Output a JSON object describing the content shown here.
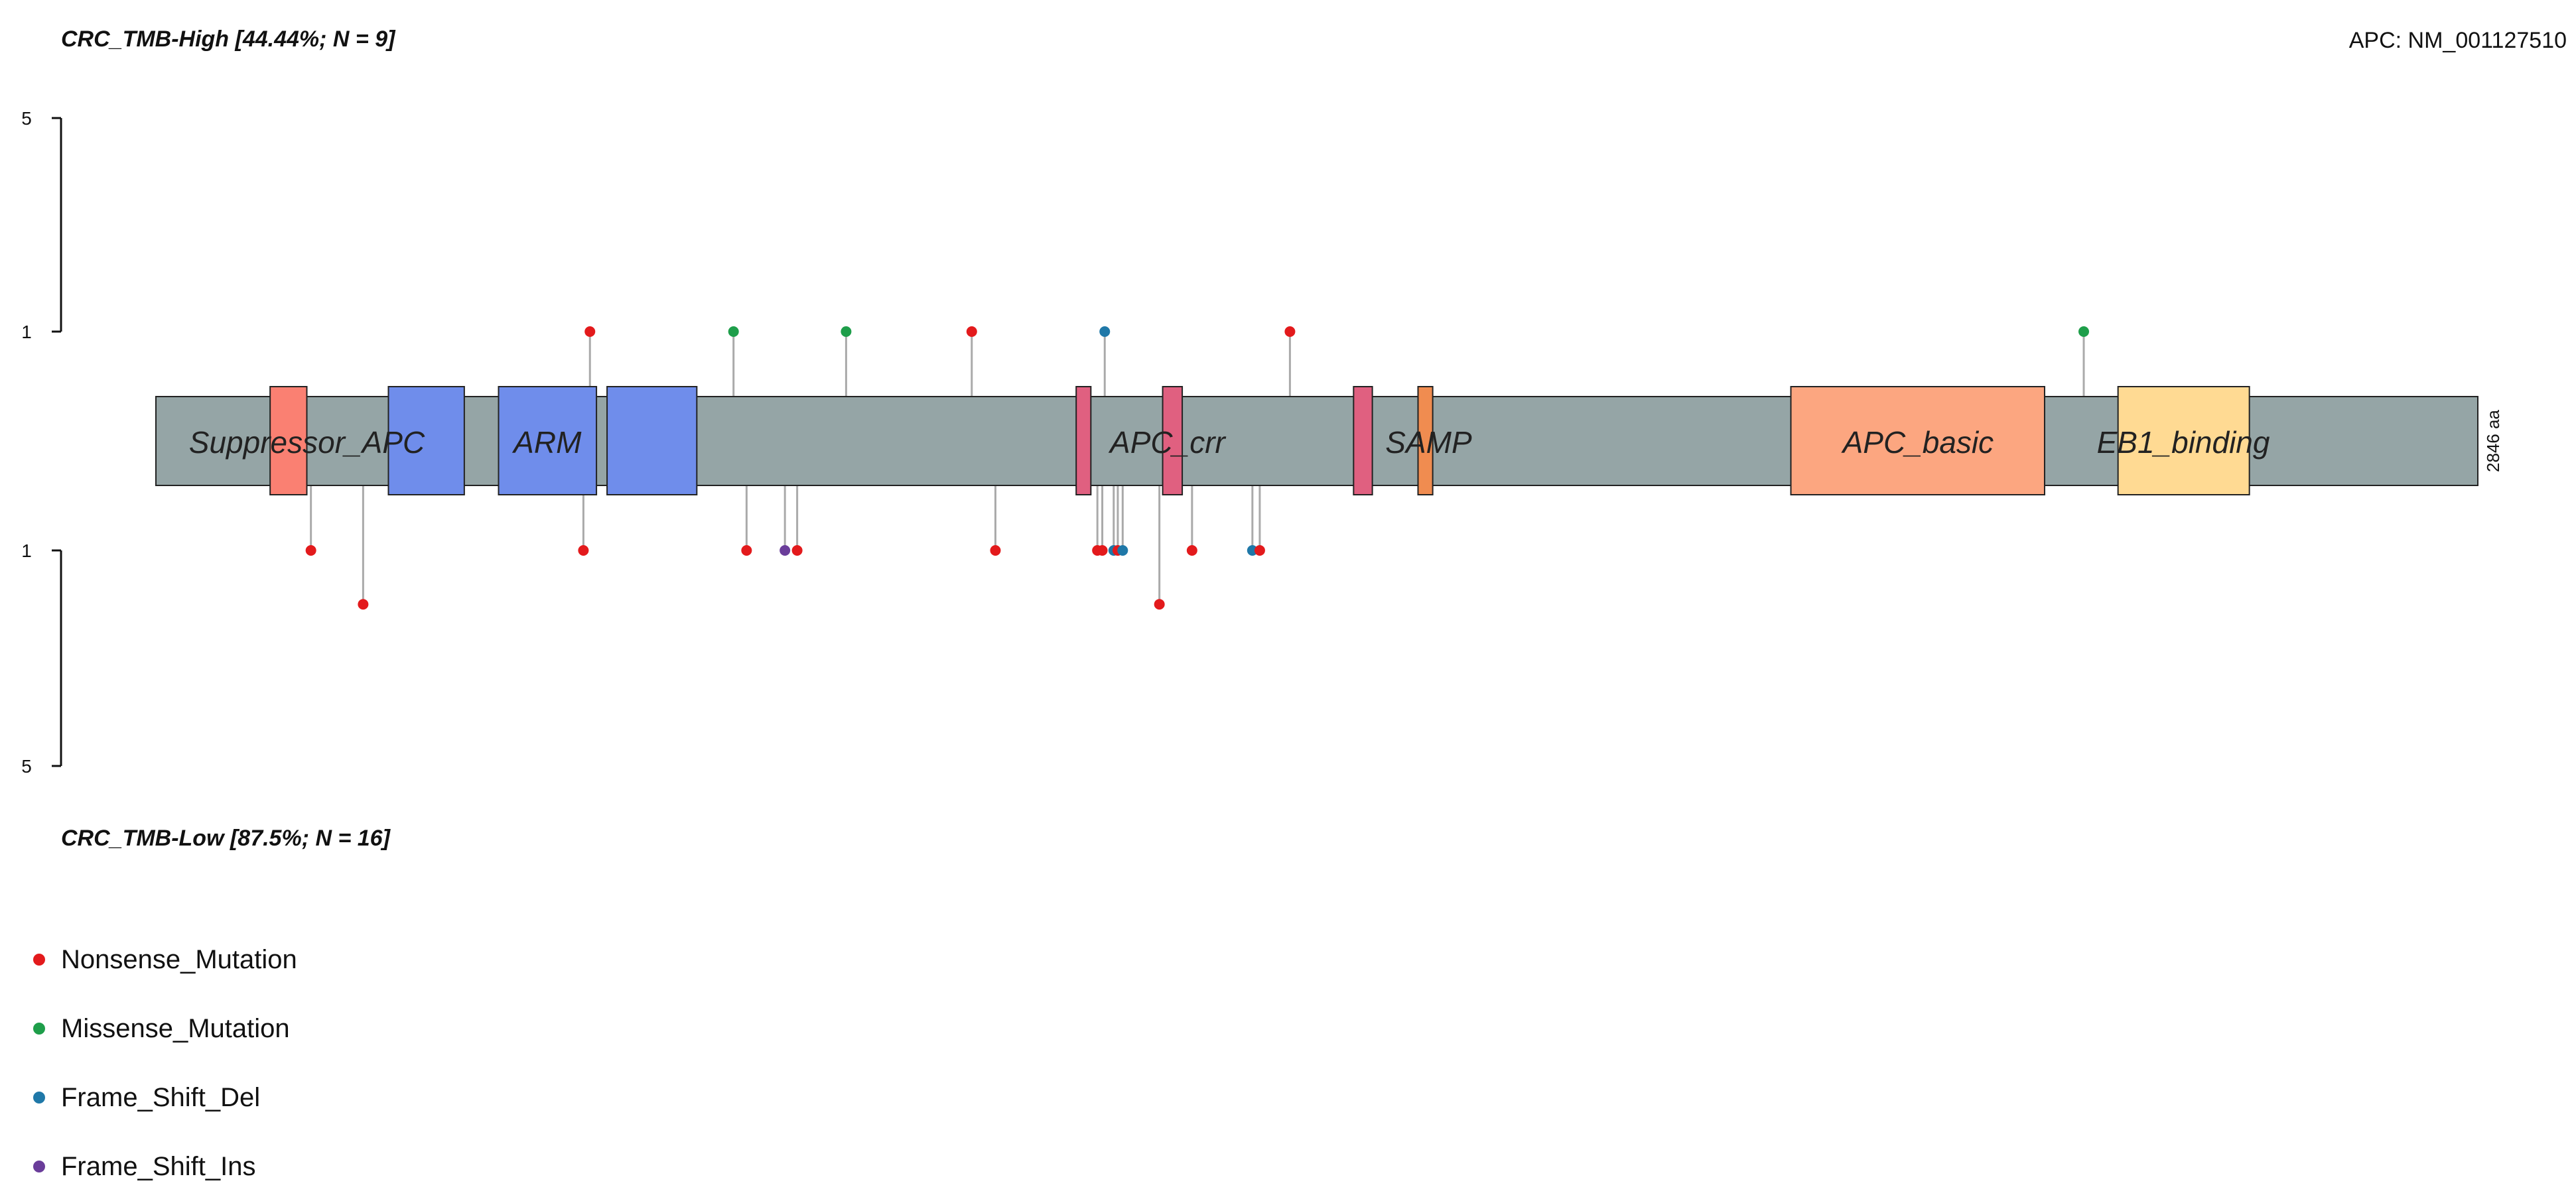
{
  "chart_data": {
    "type": "lollipop",
    "gene": "APC: NM_001127510",
    "protein_length": 2846,
    "length_label": "2846 aa",
    "top_title": "CRC_TMB-High [44.44%; N = 9]",
    "bottom_title": "CRC_TMB-Low [87.5%; N = 16]",
    "axis": {
      "top_ticks": [
        5,
        1
      ],
      "bottom_ticks": [
        1,
        5
      ]
    },
    "domains": [
      {
        "label": "",
        "start": 140,
        "end": 185,
        "color": "#FA8072"
      },
      {
        "label": "",
        "start": 285,
        "end": 378,
        "color": "#6F8DEB"
      },
      {
        "label": "",
        "start": 420,
        "end": 540,
        "color": "#6F8DEB"
      },
      {
        "label": "",
        "start": 553,
        "end": 663,
        "color": "#6F8DEB"
      },
      {
        "label": "",
        "start": 1128,
        "end": 1146,
        "color": "#E06080"
      },
      {
        "label": "",
        "start": 1234,
        "end": 1258,
        "color": "#E06080"
      },
      {
        "label": "",
        "start": 1468,
        "end": 1491,
        "color": "#E06080"
      },
      {
        "label": "",
        "start": 1547,
        "end": 1565,
        "color": "#F08C50"
      },
      {
        "label": "",
        "start": 2004,
        "end": 2315,
        "color": "#FCA680"
      },
      {
        "label": "",
        "start": 2405,
        "end": 2566,
        "color": "#FFDA93"
      }
    ],
    "domain_labels": [
      {
        "text": "Suppressor_APC",
        "pos": 185
      },
      {
        "text": "ARM",
        "pos": 480
      },
      {
        "text": "APC_crr",
        "pos": 1240
      },
      {
        "text": "SAMP",
        "pos": 1560
      },
      {
        "text": "APC_basic",
        "pos": 2160
      },
      {
        "text": "EB1_binding",
        "pos": 2485
      }
    ],
    "legend": [
      {
        "label": "Nonsense_Mutation",
        "color": "#E31A1C"
      },
      {
        "label": "Missense_Mutation",
        "color": "#1E9E4A"
      },
      {
        "label": "Frame_Shift_Del",
        "color": "#1F78A8"
      },
      {
        "label": "Frame_Shift_Ins",
        "color": "#6A3D9A"
      }
    ],
    "top_mutations": [
      {
        "pos": 532,
        "count": 1,
        "type": "Nonsense_Mutation"
      },
      {
        "pos": 708,
        "count": 1,
        "type": "Missense_Mutation"
      },
      {
        "pos": 846,
        "count": 1,
        "type": "Missense_Mutation"
      },
      {
        "pos": 1000,
        "count": 1,
        "type": "Nonsense_Mutation"
      },
      {
        "pos": 1163,
        "count": 1,
        "type": "Frame_Shift_Del"
      },
      {
        "pos": 1390,
        "count": 1,
        "type": "Nonsense_Mutation"
      },
      {
        "pos": 2363,
        "count": 1,
        "type": "Missense_Mutation"
      }
    ],
    "bottom_mutations": [
      {
        "pos": 190,
        "count": 1,
        "type": "Nonsense_Mutation"
      },
      {
        "pos": 254,
        "count": 2,
        "type": "Nonsense_Mutation"
      },
      {
        "pos": 524,
        "count": 1,
        "type": "Nonsense_Mutation"
      },
      {
        "pos": 724,
        "count": 1,
        "type": "Nonsense_Mutation"
      },
      {
        "pos": 771,
        "count": 1,
        "type": "Frame_Shift_Ins"
      },
      {
        "pos": 786,
        "count": 1,
        "type": "Nonsense_Mutation"
      },
      {
        "pos": 1029,
        "count": 1,
        "type": "Nonsense_Mutation"
      },
      {
        "pos": 1154,
        "count": 1,
        "type": "Nonsense_Mutation"
      },
      {
        "pos": 1160,
        "count": 1,
        "type": "Nonsense_Mutation"
      },
      {
        "pos": 1174,
        "count": 1,
        "type": "Frame_Shift_Del"
      },
      {
        "pos": 1179,
        "count": 1,
        "type": "Nonsense_Mutation"
      },
      {
        "pos": 1185,
        "count": 1,
        "type": "Frame_Shift_Del"
      },
      {
        "pos": 1230,
        "count": 2,
        "type": "Nonsense_Mutation"
      },
      {
        "pos": 1270,
        "count": 1,
        "type": "Nonsense_Mutation"
      },
      {
        "pos": 1344,
        "count": 1,
        "type": "Frame_Shift_Del"
      },
      {
        "pos": 1353,
        "count": 1,
        "type": "Nonsense_Mutation"
      }
    ]
  }
}
